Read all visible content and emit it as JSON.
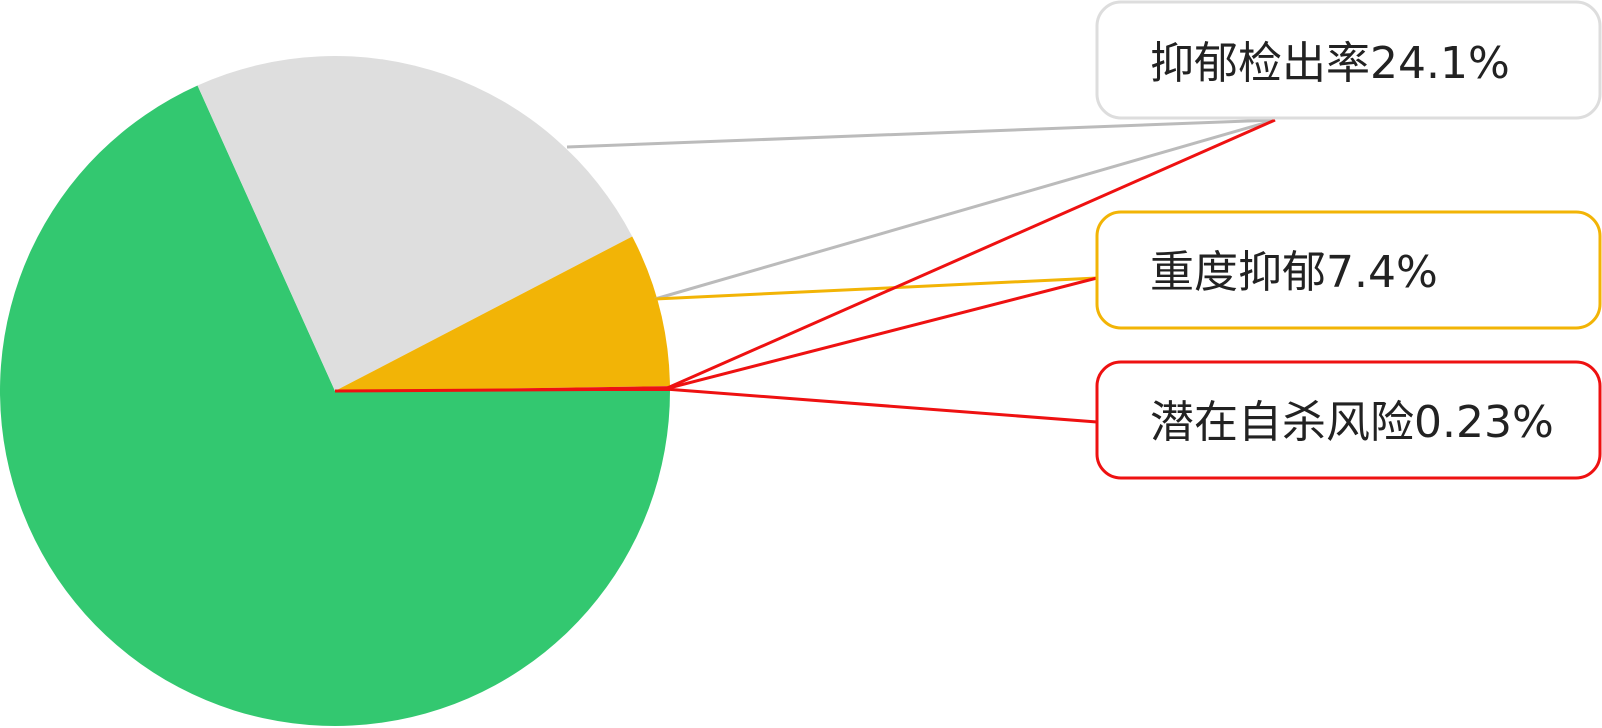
{
  "chart_data": {
    "type": "pie",
    "slices": [
      {
        "label": "",
        "value": 68.27,
        "color": "#33C870"
      },
      {
        "label": "抑郁检出率24.1%",
        "value": 24.1,
        "color": "#DEDEDE",
        "line_color": "#BBBBBB",
        "border_color": "#DDDDDD"
      },
      {
        "label": "重度抑郁7.4%",
        "value": 7.4,
        "color": "#F2B406",
        "line_color": "#F2B406",
        "border_color": "#F2B406"
      },
      {
        "label": "潜在自杀风险0.23%",
        "value": 0.23,
        "color": "#E8141B",
        "line_color": "#EE1111",
        "border_color": "#EE1111"
      }
    ]
  }
}
